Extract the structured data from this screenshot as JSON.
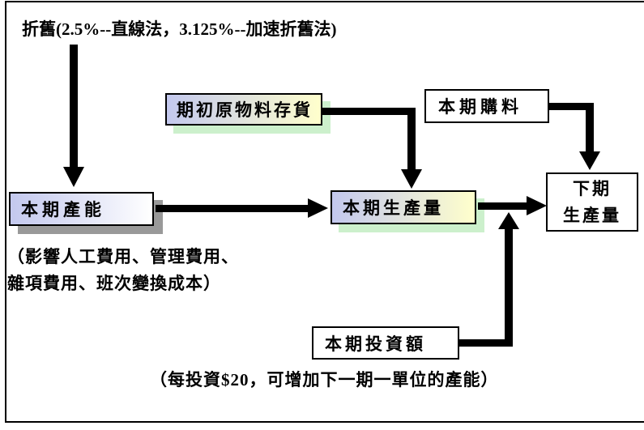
{
  "annotations": {
    "depreciation": "折舊(2.5%--直線法，3.125%--加速折舊法)",
    "capacity_effects_line1": "（影響人工費用、管理費用、",
    "capacity_effects_line2": "雜項費用、班次變換成本）",
    "investment_rule": "（每投資$20，可增加下一期一單位的產能）"
  },
  "nodes": {
    "capacity": {
      "label": "本期產能"
    },
    "beginning_materials": {
      "label": "期初原物料存貨"
    },
    "purchases": {
      "label": "本期購料"
    },
    "production": {
      "label": "本期生產量"
    },
    "next_production": {
      "line1": "下期",
      "line2": "生產量"
    },
    "investment": {
      "label": "本期投資額"
    }
  },
  "colors": {
    "periwinkle": "#c3c8ee",
    "light_yellow": "#ffffcc",
    "green_shadow": "#ccf0cc",
    "gray_shadow": "#999999",
    "arrow": "#000000",
    "border": "#000000",
    "background": "#ffffff"
  }
}
